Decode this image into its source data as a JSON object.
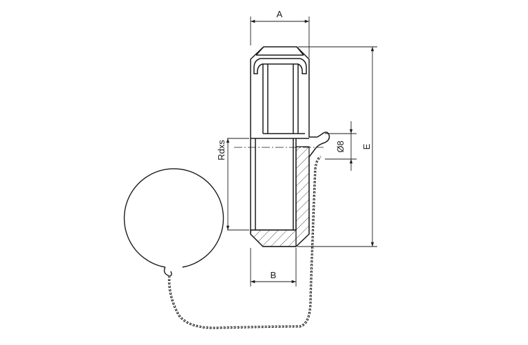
{
  "labels": {
    "dim_a": "A",
    "dim_b": "B",
    "dim_e": "E",
    "dim_rdxs": "Rdxs",
    "dim_d8": "Ø8"
  },
  "colors": {
    "line": "#1a1a1a",
    "background": "#ffffff"
  },
  "icons": {
    "chain": "chain-link-pattern",
    "hatch": "section-hatch"
  }
}
